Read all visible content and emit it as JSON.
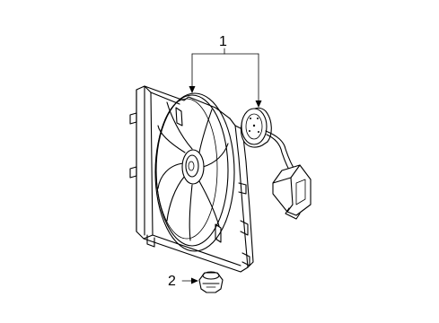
{
  "callouts": [
    {
      "id": "1",
      "label": "1"
    },
    {
      "id": "2",
      "label": "2"
    }
  ],
  "parts": [
    {
      "name": "fan-shroud-assembly",
      "callout": "1"
    },
    {
      "name": "fan-motor",
      "callout": "1"
    },
    {
      "name": "fan-blade",
      "callout": "1"
    },
    {
      "name": "wiring-harness-connector",
      "callout": "1"
    },
    {
      "name": "retainer-clip",
      "callout": "2"
    }
  ],
  "colors": {
    "line": "#000000",
    "background": "#ffffff"
  }
}
